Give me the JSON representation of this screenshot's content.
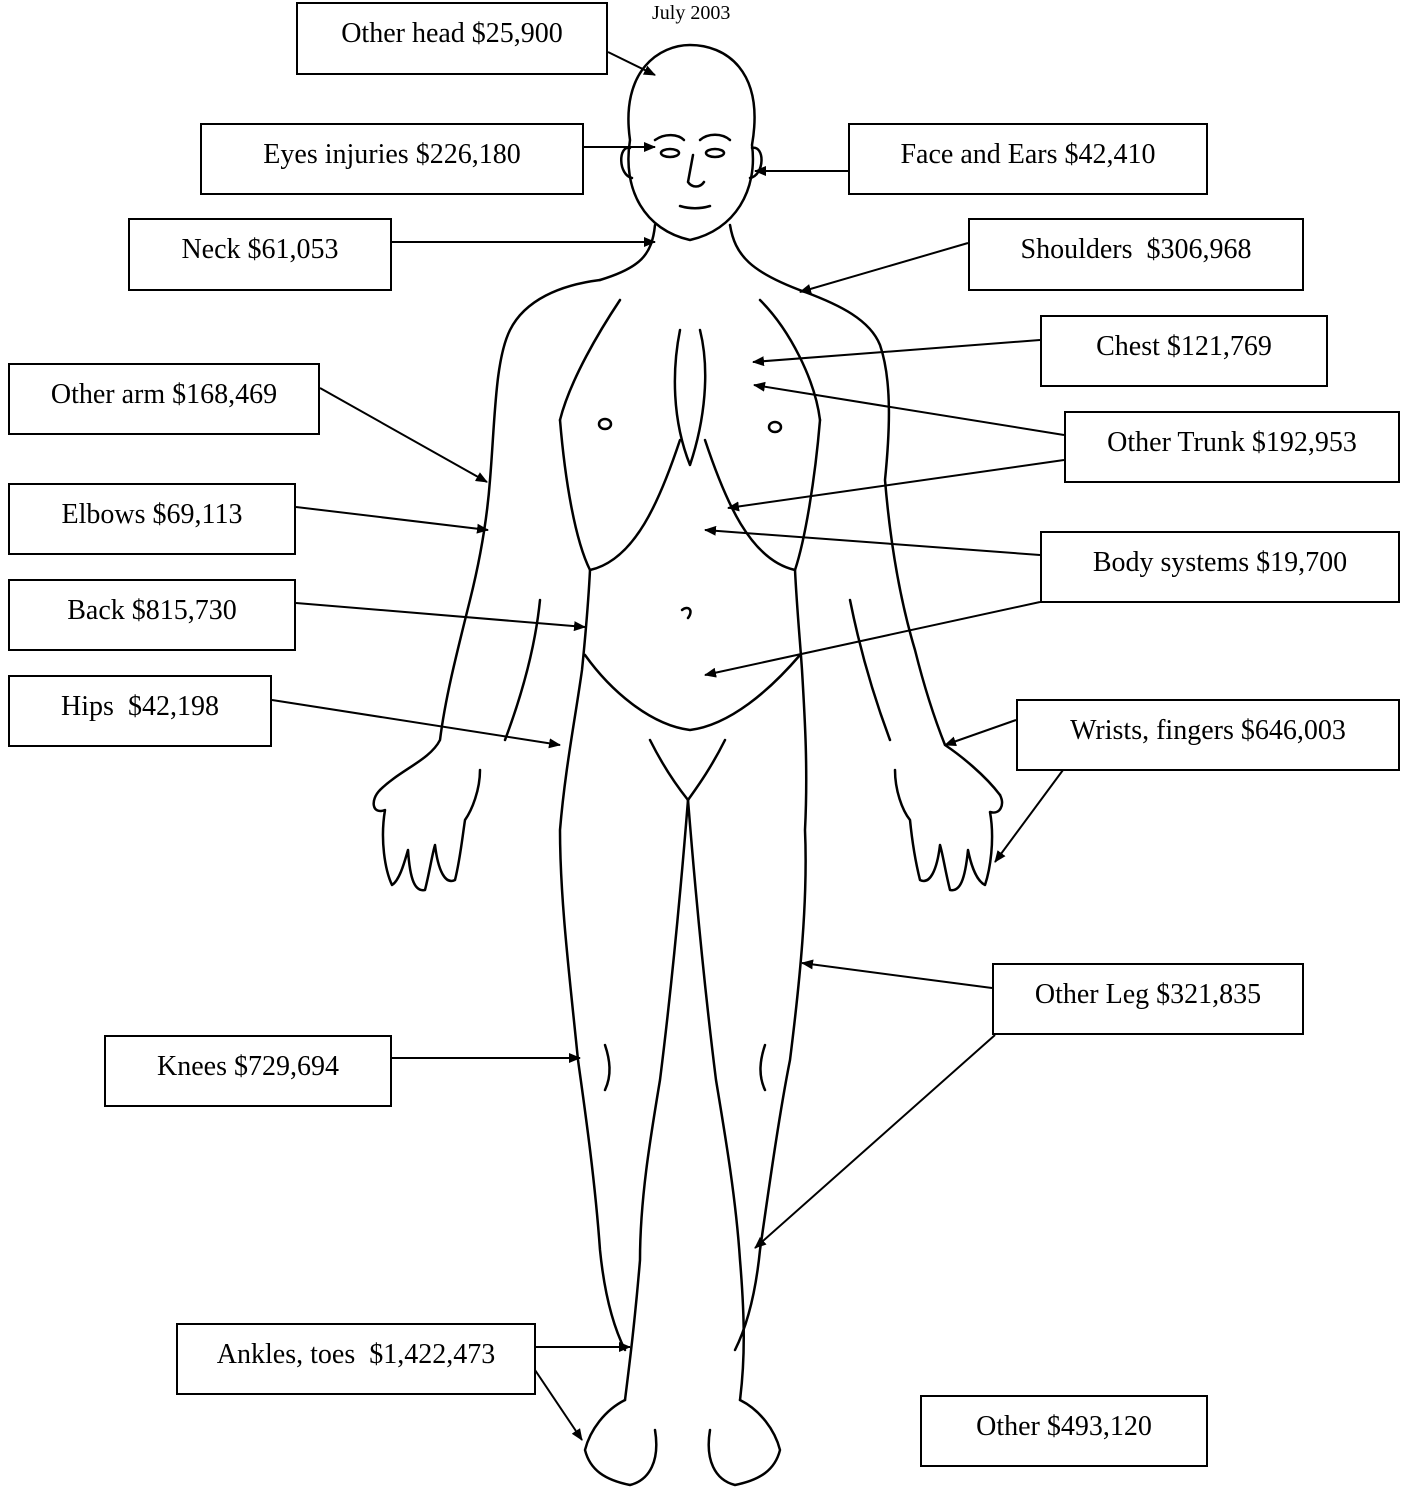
{
  "header": {
    "date": "July 2003"
  },
  "labels": {
    "other_head": "Other head $25,900",
    "eyes": "Eyes injuries $226,180",
    "face_ears": "Face and Ears $42,410",
    "neck": "Neck $61,053",
    "shoulders": "Shoulders  $306,968",
    "chest": "Chest $121,769",
    "other_arm": "Other arm $168,469",
    "other_trunk": "Other Trunk $192,953",
    "elbows": "Elbows $69,113",
    "body_systems": "Body systems $19,700",
    "back": "Back $815,730",
    "hips": "Hips  $42,198",
    "wrists_fingers": "Wrists, fingers $646,003",
    "other_leg": "Other Leg $321,835",
    "knees": "Knees $729,694",
    "ankles_toes": "Ankles, toes  $1,422,473",
    "other": "Other $493,120"
  }
}
